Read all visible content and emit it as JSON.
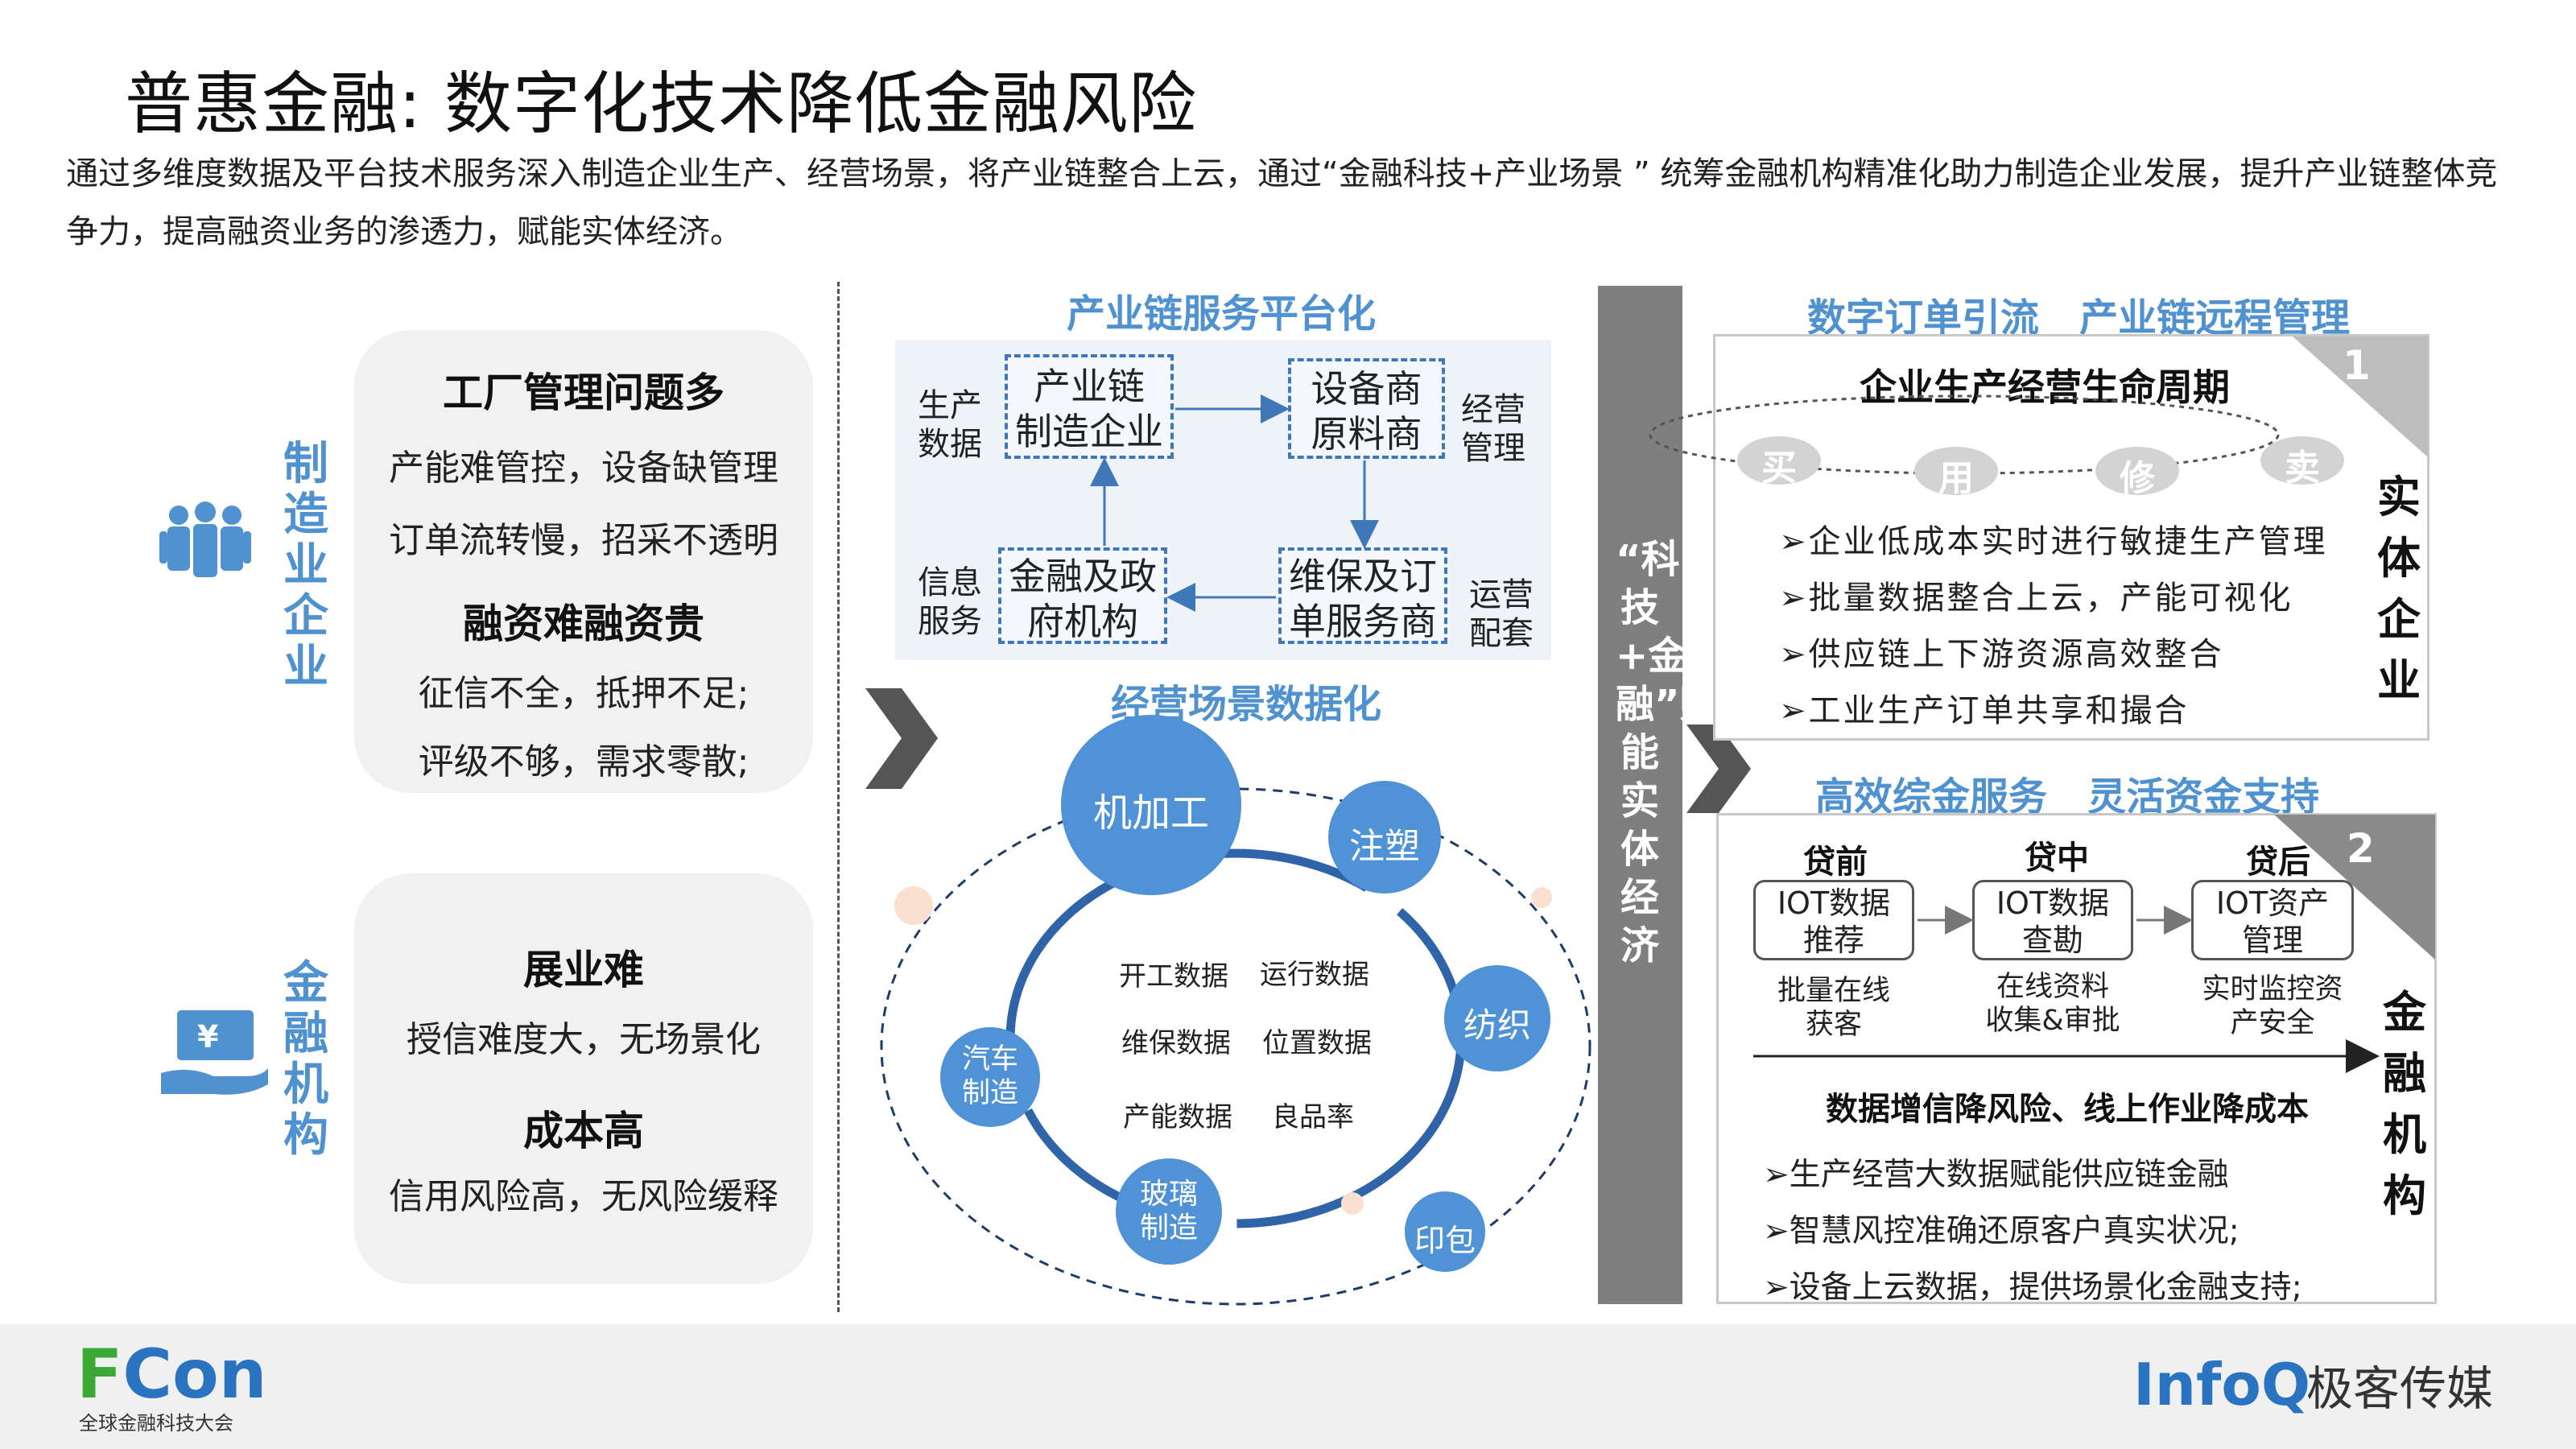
{
  "title": "普惠金融: 数字化技术降低金融风险",
  "intro": "通过多维度数据及平台技术服务深入制造企业生产、经营场景，将产业链整合上云，通过“金融科技+产业场景 ” 统筹金融机构精准化助力制造企业发展，提升产业链整体竞争力，提高融资业务的渗透力，赋能实体经济。",
  "left": {
    "manufacturer": {
      "label": "制造业企业",
      "h1": "工厂管理问题多",
      "l1": "产能难管控，设备缺管理",
      "l2": "订单流转慢，招采不透明",
      "h2": "融资难融资贵",
      "l3": "征信不全，抵押不足;",
      "l4": "评级不够，需求零散;"
    },
    "finance": {
      "label": "金融机构",
      "h1": "展业难",
      "l1": "授信难度大，无场景化",
      "h2": "成本高",
      "l2": "信用风险高，无风险缓释"
    }
  },
  "middle": {
    "platform_title": "产业链服务平台化",
    "box_chain": "产业链\n制造企业",
    "box_supplier": "设备商\n原料商",
    "box_finance": "金融及政\n府机构",
    "box_service": "维保及订\n单服务商",
    "lbl_production": "生产\n数据",
    "lbl_management": "经营\n管理",
    "lbl_info": "信息\n服务",
    "lbl_ops": "运营\n配套",
    "scene_title": "经营场景数据化",
    "nodes": {
      "machining": "机加工",
      "molding": "注塑",
      "textile": "纺织",
      "auto": "汽车\n制造",
      "glass": "玻璃\n制造",
      "packaging": "印包"
    },
    "data_items": [
      "开工数据",
      "运行数据",
      "维保数据",
      "位置数据",
      "产能数据",
      "良品率"
    ]
  },
  "bar_text": "“科技+金融”赋能实体经济",
  "right": {
    "top_title": "数字订单引流   产业链远程管理",
    "lifecycle_title": "企业生产经营生命周期",
    "badge1": "1",
    "lifecycle_stages": [
      "买",
      "用",
      "修",
      "卖"
    ],
    "bullets1": [
      "➢企业低成本实时进行敏捷生产管理",
      "➢批量数据整合上云，产能可视化",
      "➢供应链上下游资源高效整合",
      "➢工业生产订单共享和撮合"
    ],
    "entity_label": "实体企业",
    "mid_title": "高效综金服务   灵活资金支持",
    "badge2": "2",
    "stages": [
      {
        "head": "贷前",
        "box": "IOT数据\n推荐",
        "sub": "批量在线\n获客"
      },
      {
        "head": "贷中",
        "box": "IOT数据\n查勘",
        "sub": "在线资料\n收集&审批"
      },
      {
        "head": "贷后",
        "box": "IOT资产\n管理",
        "sub": "实时监控资\n产安全"
      }
    ],
    "summary": "数据增信降风险、线上作业降成本",
    "bullets2": [
      "➢生产经营大数据赋能供应链金融",
      "➢智慧风控准确还原客户真实状况;",
      "➢设备上云数据，提供场景化金融支持;"
    ],
    "finance_label": "金融机构"
  },
  "footer": {
    "brand_f": "F",
    "brand_con": "Con",
    "brand_sub": "全球金融科技大会",
    "infoq": "InfoQ",
    "media": "极客传媒"
  },
  "colors": {
    "accent_blue": "#4f92cf",
    "node_blue": "#3f78b8",
    "bar_gray": "#7f7f7f",
    "fcon_green": "#3aa935",
    "infoq_blue": "#2a73c0"
  }
}
